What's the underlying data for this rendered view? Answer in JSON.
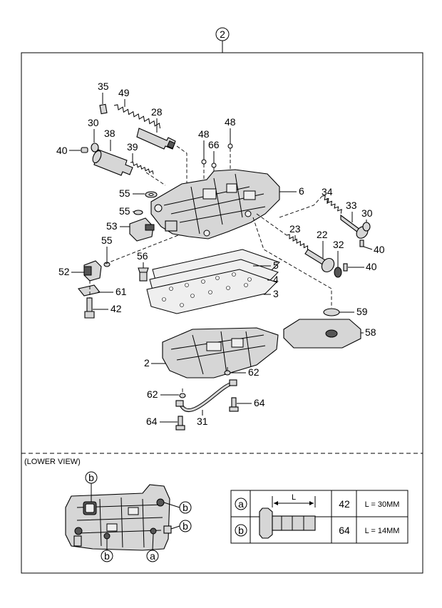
{
  "assembly_ref": "2",
  "callouts": [
    {
      "id": "c35",
      "text": "35"
    },
    {
      "id": "c49",
      "text": "49"
    },
    {
      "id": "c28",
      "text": "28"
    },
    {
      "id": "c30a",
      "text": "30"
    },
    {
      "id": "c38",
      "text": "38"
    },
    {
      "id": "c40a",
      "text": "40"
    },
    {
      "id": "c39",
      "text": "39"
    },
    {
      "id": "c48a",
      "text": "48"
    },
    {
      "id": "c66",
      "text": "66"
    },
    {
      "id": "c48b",
      "text": "48"
    },
    {
      "id": "c55a",
      "text": "55"
    },
    {
      "id": "c6",
      "text": "6"
    },
    {
      "id": "c34",
      "text": "34"
    },
    {
      "id": "c33",
      "text": "33"
    },
    {
      "id": "c30b",
      "text": "30"
    },
    {
      "id": "c55b",
      "text": "55"
    },
    {
      "id": "c40b",
      "text": "40"
    },
    {
      "id": "c53",
      "text": "53"
    },
    {
      "id": "c23",
      "text": "23"
    },
    {
      "id": "c22",
      "text": "22"
    },
    {
      "id": "c32",
      "text": "32"
    },
    {
      "id": "c55c",
      "text": "55"
    },
    {
      "id": "c40c",
      "text": "40"
    },
    {
      "id": "c56",
      "text": "56"
    },
    {
      "id": "c5",
      "text": "5"
    },
    {
      "id": "c52",
      "text": "52"
    },
    {
      "id": "c4",
      "text": "4"
    },
    {
      "id": "c61",
      "text": "61"
    },
    {
      "id": "c3",
      "text": "3"
    },
    {
      "id": "c42",
      "text": "42"
    },
    {
      "id": "c59",
      "text": "59"
    },
    {
      "id": "c58",
      "text": "58"
    },
    {
      "id": "c2",
      "text": "2"
    },
    {
      "id": "c62a",
      "text": "62"
    },
    {
      "id": "c62b",
      "text": "62"
    },
    {
      "id": "c64a",
      "text": "64"
    },
    {
      "id": "c31",
      "text": "31"
    },
    {
      "id": "c64b",
      "text": "64"
    }
  ],
  "lower_view": {
    "title": "(LOWER VIEW)",
    "markers": [
      {
        "id": "m1",
        "letter": "b"
      },
      {
        "id": "m2",
        "letter": "b"
      },
      {
        "id": "m3",
        "letter": "b"
      },
      {
        "id": "m4",
        "letter": "b"
      },
      {
        "id": "m5",
        "letter": "a"
      }
    ]
  },
  "bolt_table": {
    "dimension_label": "L",
    "rows": [
      {
        "key": "a",
        "part": "42",
        "length": "L = 30MM"
      },
      {
        "key": "b",
        "part": "64",
        "length": "L = 14MM"
      }
    ]
  }
}
